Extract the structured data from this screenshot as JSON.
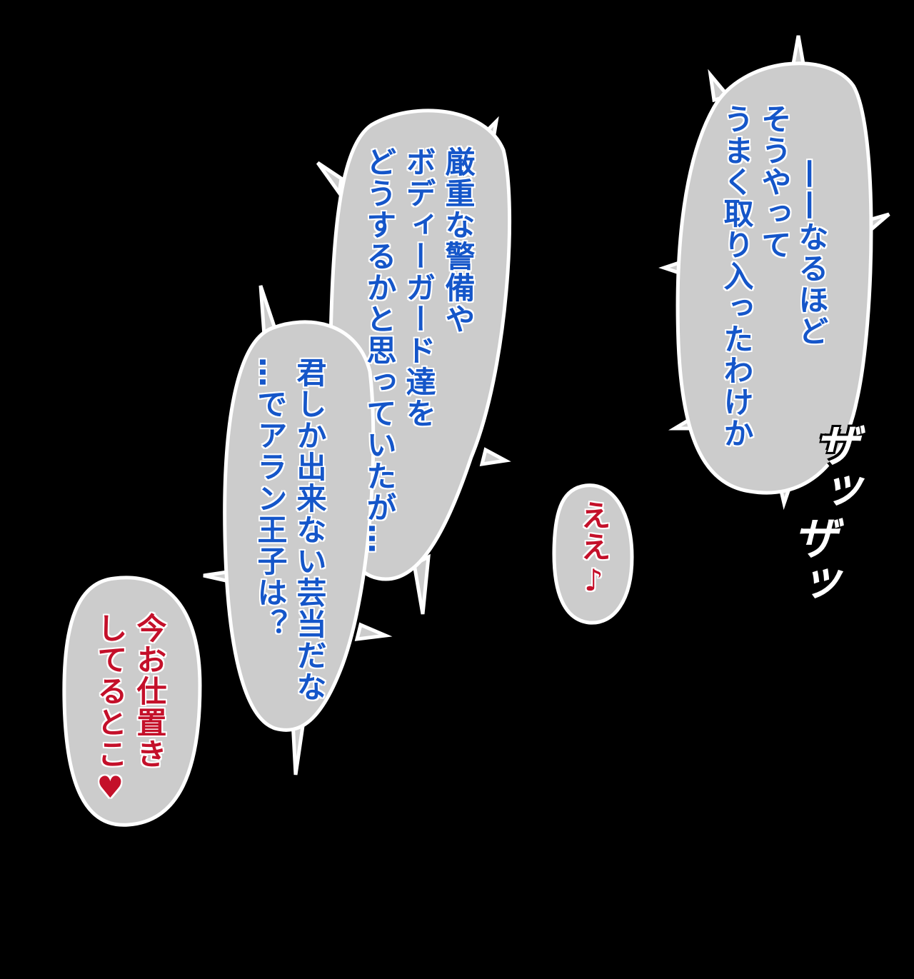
{
  "colors": {
    "bubble": "#cccccc",
    "bubble_outline": "#ffffff",
    "text_blue": "#1556c9",
    "text_red": "#c4102a",
    "background": "#000000"
  },
  "bubble1": {
    "lines": [
      "——なるほど",
      "そうやって",
      "うまく取り入ったわけか"
    ]
  },
  "bubble2": {
    "lines": [
      "厳重な警備や",
      "ボディーガード達を",
      "どうするかと思っていたが…"
    ]
  },
  "bubble3": {
    "lines": [
      "君しか出来ない芸当だな",
      "…でアラン王子は？"
    ]
  },
  "bubble4": {
    "lines": [
      "ええ♪"
    ]
  },
  "bubble5": {
    "lines": [
      "今お仕置き",
      "してるとこ♥"
    ]
  },
  "sfx": {
    "lines": [
      "ザッ",
      "ザッ"
    ]
  }
}
